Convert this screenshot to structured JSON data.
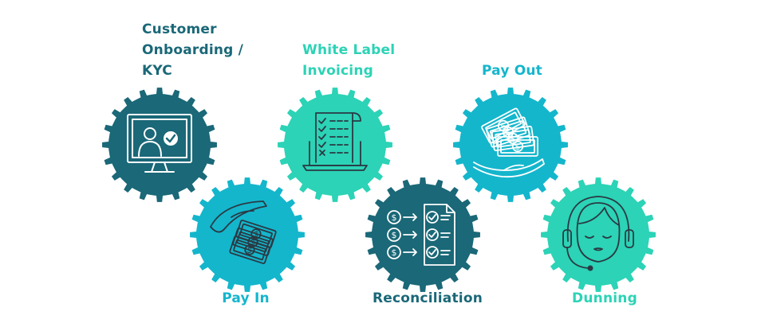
{
  "colors": {
    "dark_teal": "#1a6878",
    "cyan": "#14b6cc",
    "mint": "#2cd3b6",
    "line": "#2a3a44"
  },
  "steps": [
    {
      "label_lines": [
        "Customer",
        "Onboarding /",
        "KYC"
      ],
      "color": "#1a6878",
      "label_color": "#1a6878",
      "icon": "monitor-user-check-icon"
    },
    {
      "label_lines": [
        "Pay In"
      ],
      "color": "#14b6cc",
      "label_color": "#14b6cc",
      "icon": "hand-money-in-icon"
    },
    {
      "label_lines": [
        "White Label",
        "Invoicing"
      ],
      "color": "#2cd3b6",
      "label_color": "#2cd3b6",
      "icon": "laptop-invoice-icon"
    },
    {
      "label_lines": [
        "Reconciliation"
      ],
      "color": "#1a6878",
      "label_color": "#1a6878",
      "icon": "money-checklist-icon"
    },
    {
      "label_lines": [
        "Pay Out"
      ],
      "color": "#14b6cc",
      "label_color": "#14b6cc",
      "icon": "money-hand-out-icon"
    },
    {
      "label_lines": [
        "Dunning"
      ],
      "color": "#2cd3b6",
      "label_color": "#2cd3b6",
      "icon": "headset-agent-icon"
    }
  ]
}
